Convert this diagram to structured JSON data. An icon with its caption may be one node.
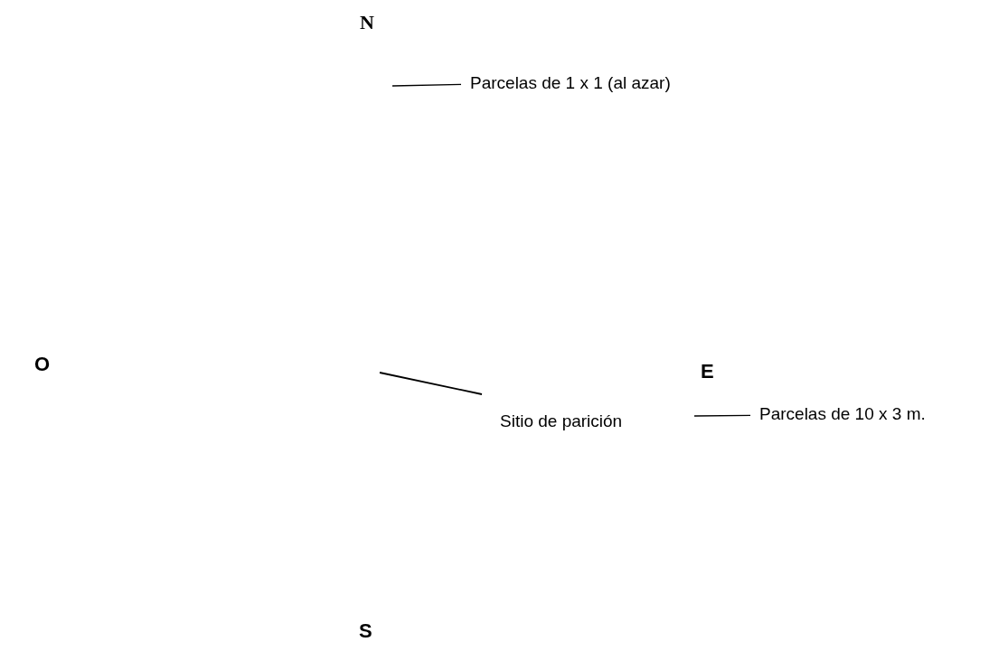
{
  "diagram": {
    "nodes": [
      {
        "text": [
          "Parcelas de 1 x 1 (al azar)"
        ]
      },
      {
        "text": [
          "Parcelas de 10 x 3 m."
        ]
      },
      {
        "text": [
          "Sitio de parición"
        ]
      }
    ],
    "edges": [
      {
        "from": 0,
        "to": null,
        "arrow": "none"
      },
      {
        "from": 1,
        "to": null,
        "arrow": "none"
      },
      {
        "from": 2,
        "to": null,
        "arrow": "none"
      }
    ],
    "labels": [
      "N",
      "O",
      "E",
      "S"
    ]
  }
}
